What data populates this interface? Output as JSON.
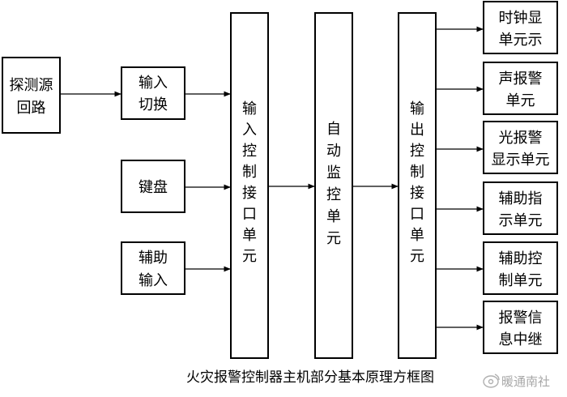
{
  "diagram": {
    "caption": "火灾报警控制器主机部分基本原理方框图",
    "watermark": "暖通南社",
    "inputs": {
      "detector": [
        "探测源",
        "回路"
      ],
      "input_switch": [
        "输入",
        "切换"
      ],
      "keyboard": [
        "键盘"
      ],
      "aux_input": [
        "辅助",
        "输入"
      ]
    },
    "center": {
      "input_interface": [
        "输",
        "入",
        "控",
        "制",
        "接",
        "口",
        "单",
        "元"
      ],
      "auto_monitor": [
        "自",
        "动",
        "监",
        "控",
        "单",
        "元"
      ],
      "output_interface": [
        "输",
        "出",
        "控",
        "制",
        "接",
        "口",
        "单",
        "元"
      ]
    },
    "outputs": [
      [
        "时钟显",
        "单元示"
      ],
      [
        "声报警",
        "单元"
      ],
      [
        "光报警",
        "显示单元"
      ],
      [
        "辅助指",
        "示单元"
      ],
      [
        "辅助控",
        "制单元"
      ],
      [
        "报警信",
        "息中继"
      ]
    ]
  }
}
